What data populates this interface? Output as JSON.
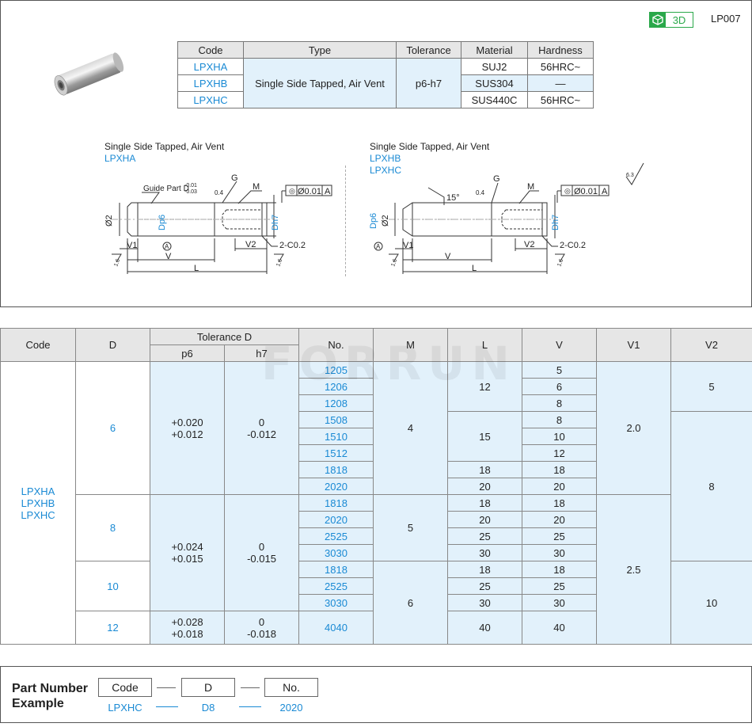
{
  "header": {
    "badge_3d": "3D",
    "page_code": "LP007"
  },
  "spec_table": {
    "headers": [
      "Code",
      "Type",
      "Tolerance",
      "Material",
      "Hardness"
    ],
    "codes": [
      "LPXHA",
      "LPXHB",
      "LPXHC"
    ],
    "type": "Single Side Tapped, Air Vent",
    "tolerance": "p6-h7",
    "materials": [
      "SUJ2",
      "SUS304",
      "SUS440C"
    ],
    "hardness": [
      "56HRC~",
      "—",
      "56HRC~"
    ]
  },
  "diagram_left": {
    "caption": "Single Side Tapped, Air Vent",
    "codes": [
      "LPXHA"
    ],
    "labels": {
      "guide": "Guide Part D",
      "guide_tol_top": "-0.01",
      "guide_tol_bot": "-0.03",
      "g": "G",
      "m": "M",
      "r04": "0.4",
      "phi2": "Ø2",
      "dp6": "Dp6",
      "dh7": "Dh7",
      "v1": "V1",
      "v": "V",
      "v2": "V2",
      "l": "L",
      "chamfer": "2-C0.2",
      "datum": "A",
      "geo_tol": "Ø0.01",
      "geo_ref": "A",
      "rough": "1.6"
    }
  },
  "diagram_right": {
    "caption": "Single Side Tapped, Air Vent",
    "codes": [
      "LPXHB",
      "LPXHC"
    ],
    "labels": {
      "angle": "15°",
      "g": "G",
      "m": "M",
      "r04": "0.4",
      "phi2": "Ø2",
      "dp6": "Dp6",
      "dh7": "Dh7",
      "v1": "V1",
      "v": "V",
      "v2": "V2",
      "l": "L",
      "chamfer": "2-C0.2",
      "datum": "A",
      "geo_tol": "Ø0.01",
      "geo_ref": "A",
      "rough": "1.6",
      "rough_top": "6.3"
    }
  },
  "dims_table": {
    "headers": {
      "code": "Code",
      "d": "D",
      "tol": "Tolerance D",
      "p6": "p6",
      "h7": "h7",
      "no": "No.",
      "m": "M",
      "l": "L",
      "v": "V",
      "v1": "V1",
      "v2": "V2"
    },
    "codes": [
      "LPXHA",
      "LPXHB",
      "LPXHC"
    ],
    "d_values": [
      "6",
      "8",
      "10",
      "12"
    ],
    "p6": [
      [
        "+0.020",
        "+0.012"
      ],
      [
        "+0.024",
        "+0.015"
      ],
      [
        "+0.028",
        "+0.018"
      ]
    ],
    "h7": [
      [
        "0",
        "-0.012"
      ],
      [
        "0",
        "-0.015"
      ],
      [
        "0",
        "-0.018"
      ]
    ],
    "numbers": [
      "1205",
      "1206",
      "1208",
      "1508",
      "1510",
      "1512",
      "1818",
      "2020",
      "1818",
      "2020",
      "2525",
      "3030",
      "1818",
      "2525",
      "3030",
      "4040"
    ],
    "m_values": [
      "4",
      "5",
      "6"
    ],
    "l_values": [
      "12",
      "15",
      "18",
      "20",
      "18",
      "20",
      "25",
      "30",
      "18",
      "25",
      "30",
      "40"
    ],
    "v_values": [
      "5",
      "6",
      "8",
      "8",
      "10",
      "12",
      "18",
      "20",
      "18",
      "20",
      "25",
      "30",
      "18",
      "25",
      "30",
      "40"
    ],
    "v1_values": [
      "2.0",
      "2.5"
    ],
    "v2_values": [
      "5",
      "8",
      "10"
    ],
    "watermark": "FORRUN"
  },
  "example": {
    "title_line1": "Part Number",
    "title_line2": "Example",
    "boxes": [
      "Code",
      "D",
      "No."
    ],
    "values": [
      "LPXHC",
      "D8",
      "2020"
    ]
  },
  "colors": {
    "accent_blue": "#1a8ad4",
    "light_blue": "#e2f1fb",
    "badge_green": "#2aa84a"
  }
}
